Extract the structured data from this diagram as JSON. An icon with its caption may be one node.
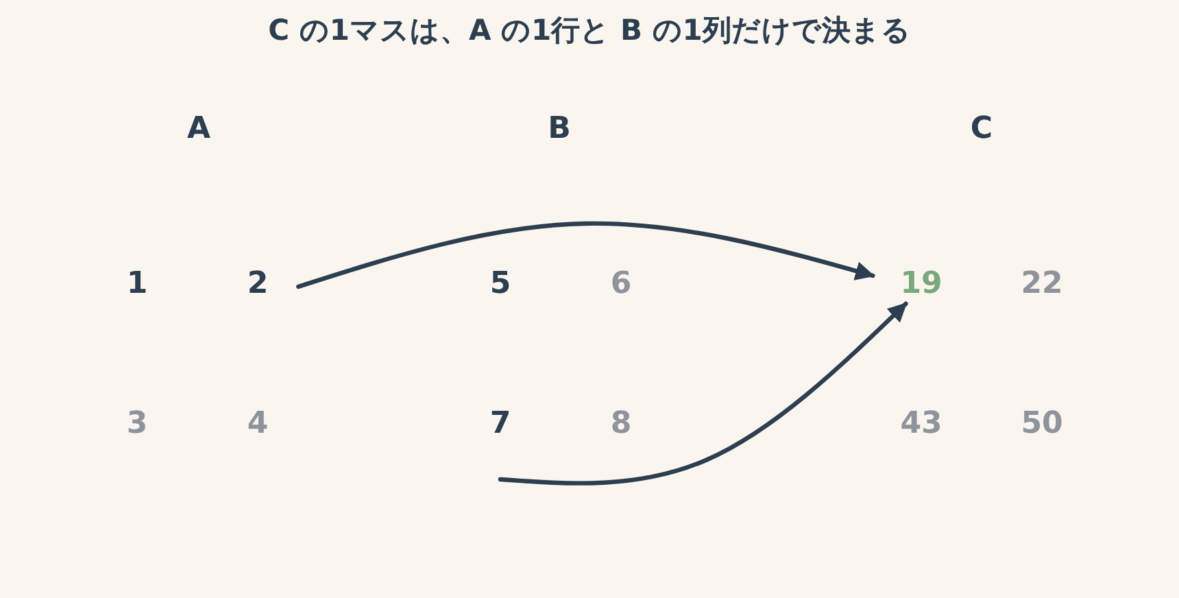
{
  "diagram": {
    "title": "C の1マスは、A の1行と B の1列だけで決まる",
    "nodes": [
      {
        "text": [
          "2"
        ]
      },
      {
        "text": [
          "7"
        ]
      },
      {
        "text": [
          "19"
        ]
      }
    ],
    "edges": [
      {
        "from": 0,
        "to": 2,
        "arrow": "to"
      },
      {
        "from": 1,
        "to": 2,
        "arrow": "to"
      }
    ],
    "labels": [
      "A",
      "B",
      "C",
      "1",
      "5",
      "6",
      "22",
      "3",
      "4",
      "8",
      "43",
      "50"
    ]
  }
}
